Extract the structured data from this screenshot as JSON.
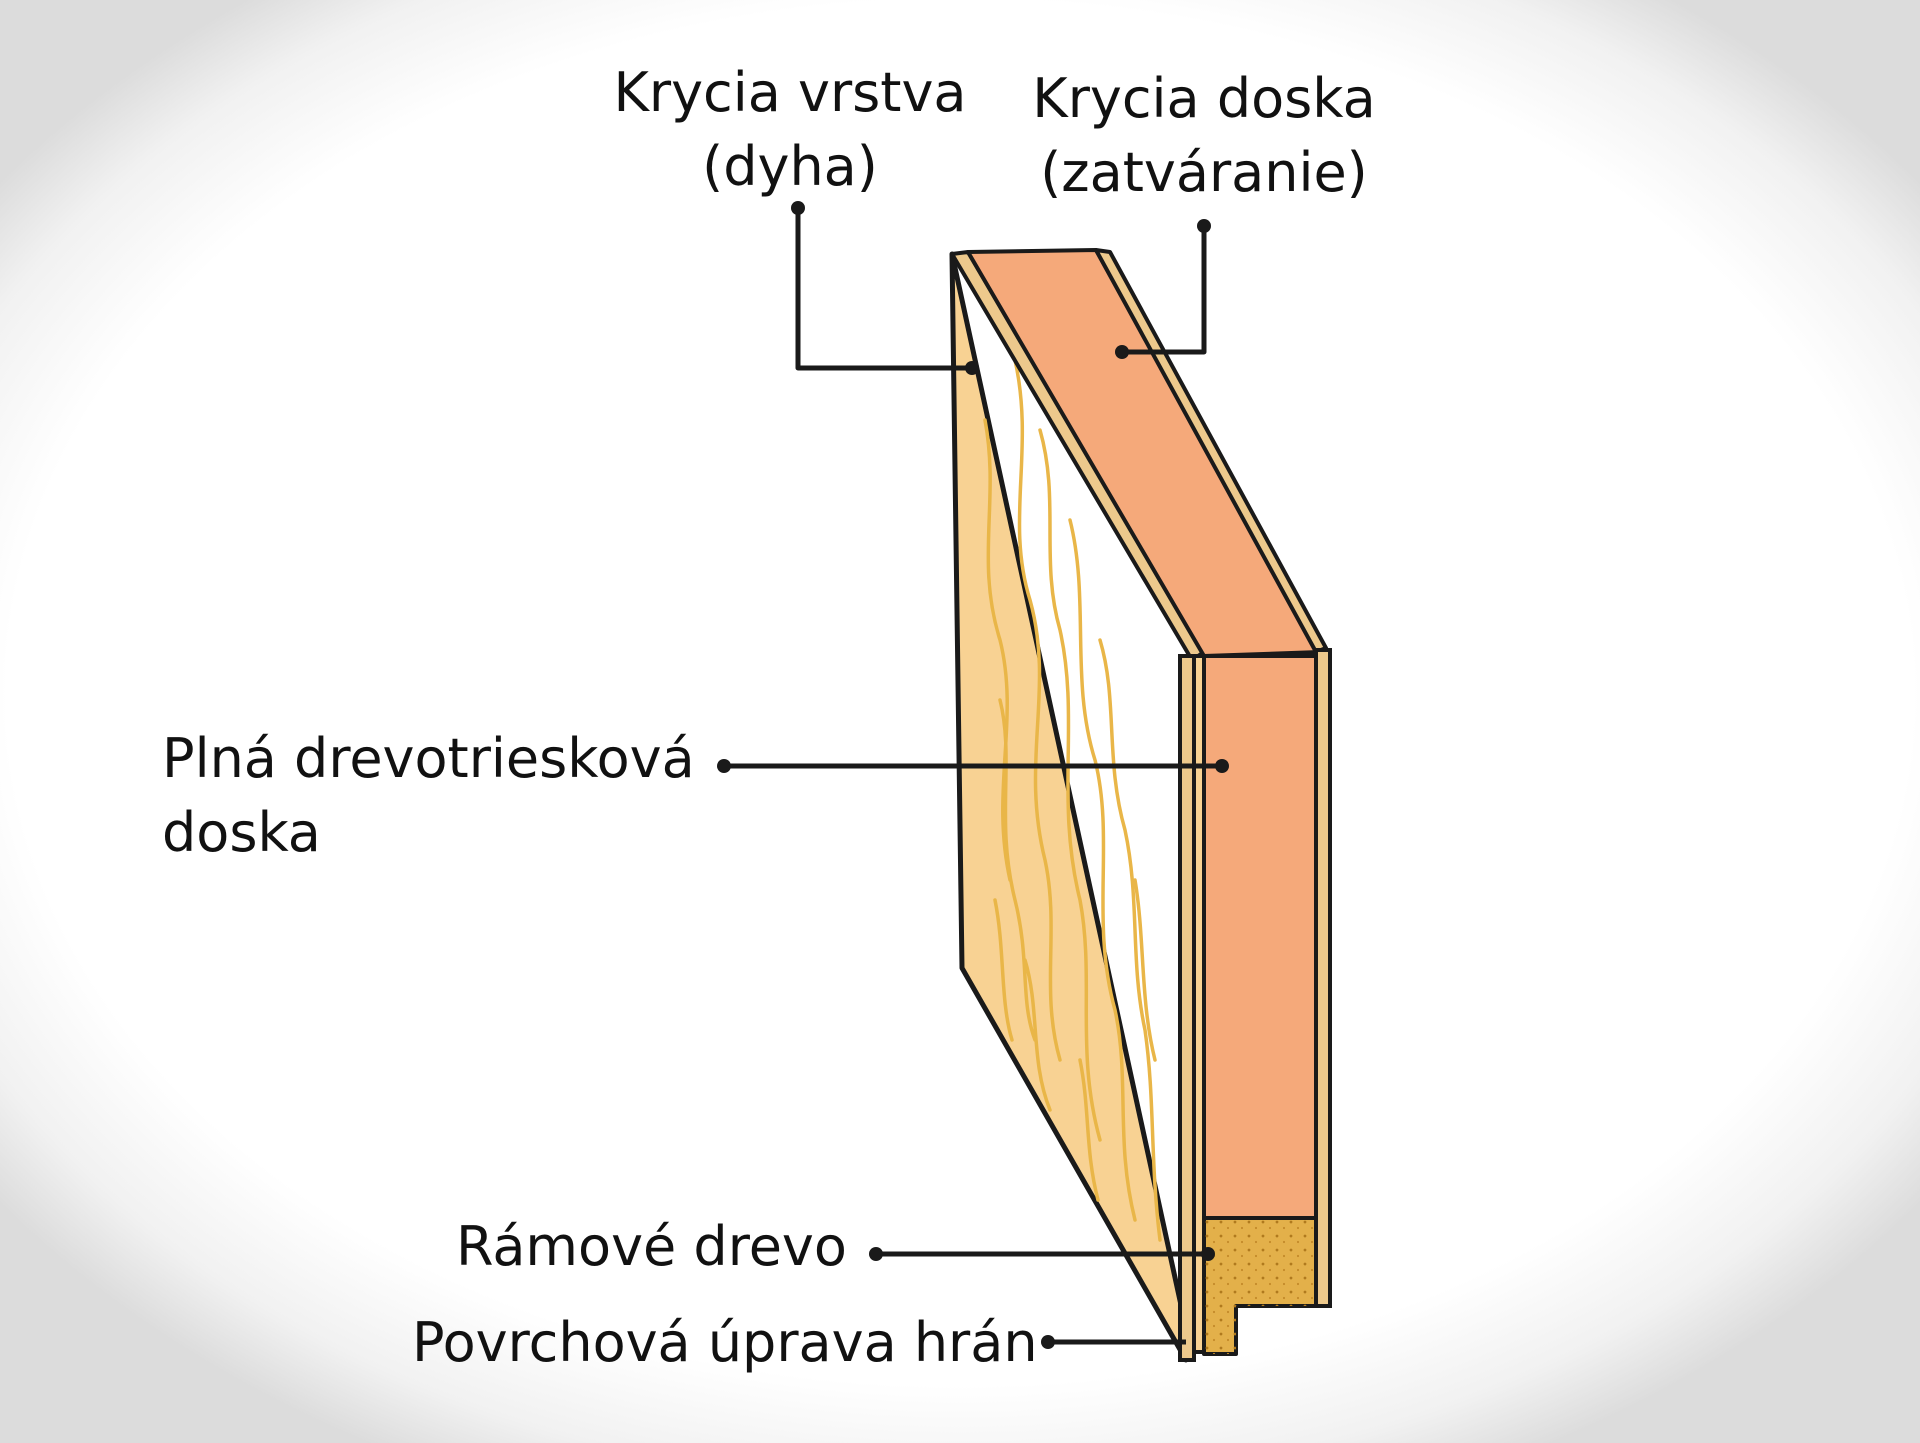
{
  "labels": {
    "veneer": {
      "line1": "Krycia vrstva",
      "line2": "(dyha)"
    },
    "cover_board": {
      "line1": "Krycia doska",
      "line2": "(zatváranie)"
    },
    "chipboard": {
      "line1": "Plná drevotriesková",
      "line2": "doska"
    },
    "frame_wood": "Rámové drevo",
    "edge_finish": "Povrchová úprava hrán"
  },
  "colors": {
    "veneer_face": "#F8D293",
    "grain": "#E9B648",
    "board_core": "#F5A97A",
    "frame_wood": "#E3B04A",
    "outline": "#1A1A1A",
    "edge_strip": "#EDC98C"
  }
}
